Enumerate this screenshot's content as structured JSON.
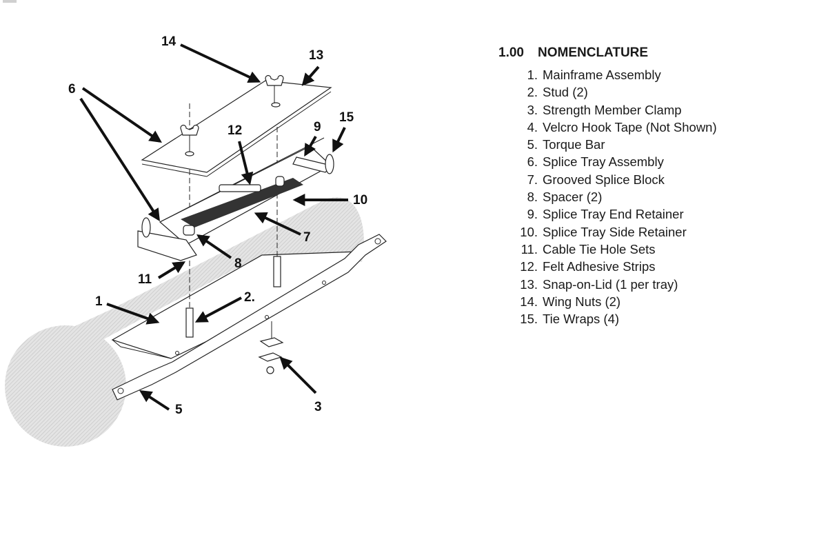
{
  "document": {
    "section_number": "1.00",
    "section_title": "NOMENCLATURE",
    "items": [
      {
        "num": "1.",
        "label": "Mainframe Assembly"
      },
      {
        "num": "2.",
        "label": "Stud (2)"
      },
      {
        "num": "3.",
        "label": "Strength Member Clamp"
      },
      {
        "num": "4.",
        "label": "Velcro Hook Tape (Not Shown)"
      },
      {
        "num": "5.",
        "label": "Torque Bar"
      },
      {
        "num": "6.",
        "label": "Splice Tray Assembly"
      },
      {
        "num": "7.",
        "label": "Grooved Splice Block"
      },
      {
        "num": "8.",
        "label": "Spacer (2)"
      },
      {
        "num": "9.",
        "label": "Splice Tray End Retainer"
      },
      {
        "num": "10.",
        "label": "Splice Tray Side Retainer"
      },
      {
        "num": "11.",
        "label": "Cable Tie Hole Sets"
      },
      {
        "num": "12.",
        "label": "Felt Adhesive Strips"
      },
      {
        "num": "13.",
        "label": "Snap-on-Lid (1 per tray)"
      },
      {
        "num": "14.",
        "label": "Wing Nuts (2)"
      },
      {
        "num": "15.",
        "label": "Tie Wraps (4)"
      }
    ]
  },
  "diagram": {
    "callouts": {
      "c1": "1",
      "c2": "2.",
      "c3": "3",
      "c5": "5",
      "c6": "6",
      "c7": "7",
      "c8": "8",
      "c9": "9",
      "c10": "10",
      "c11": "11",
      "c12": "12",
      "c13": "13",
      "c14": "14",
      "c15": "15"
    },
    "colors": {
      "ink": "#111111",
      "cable_shading": "#d9d9d9"
    }
  }
}
